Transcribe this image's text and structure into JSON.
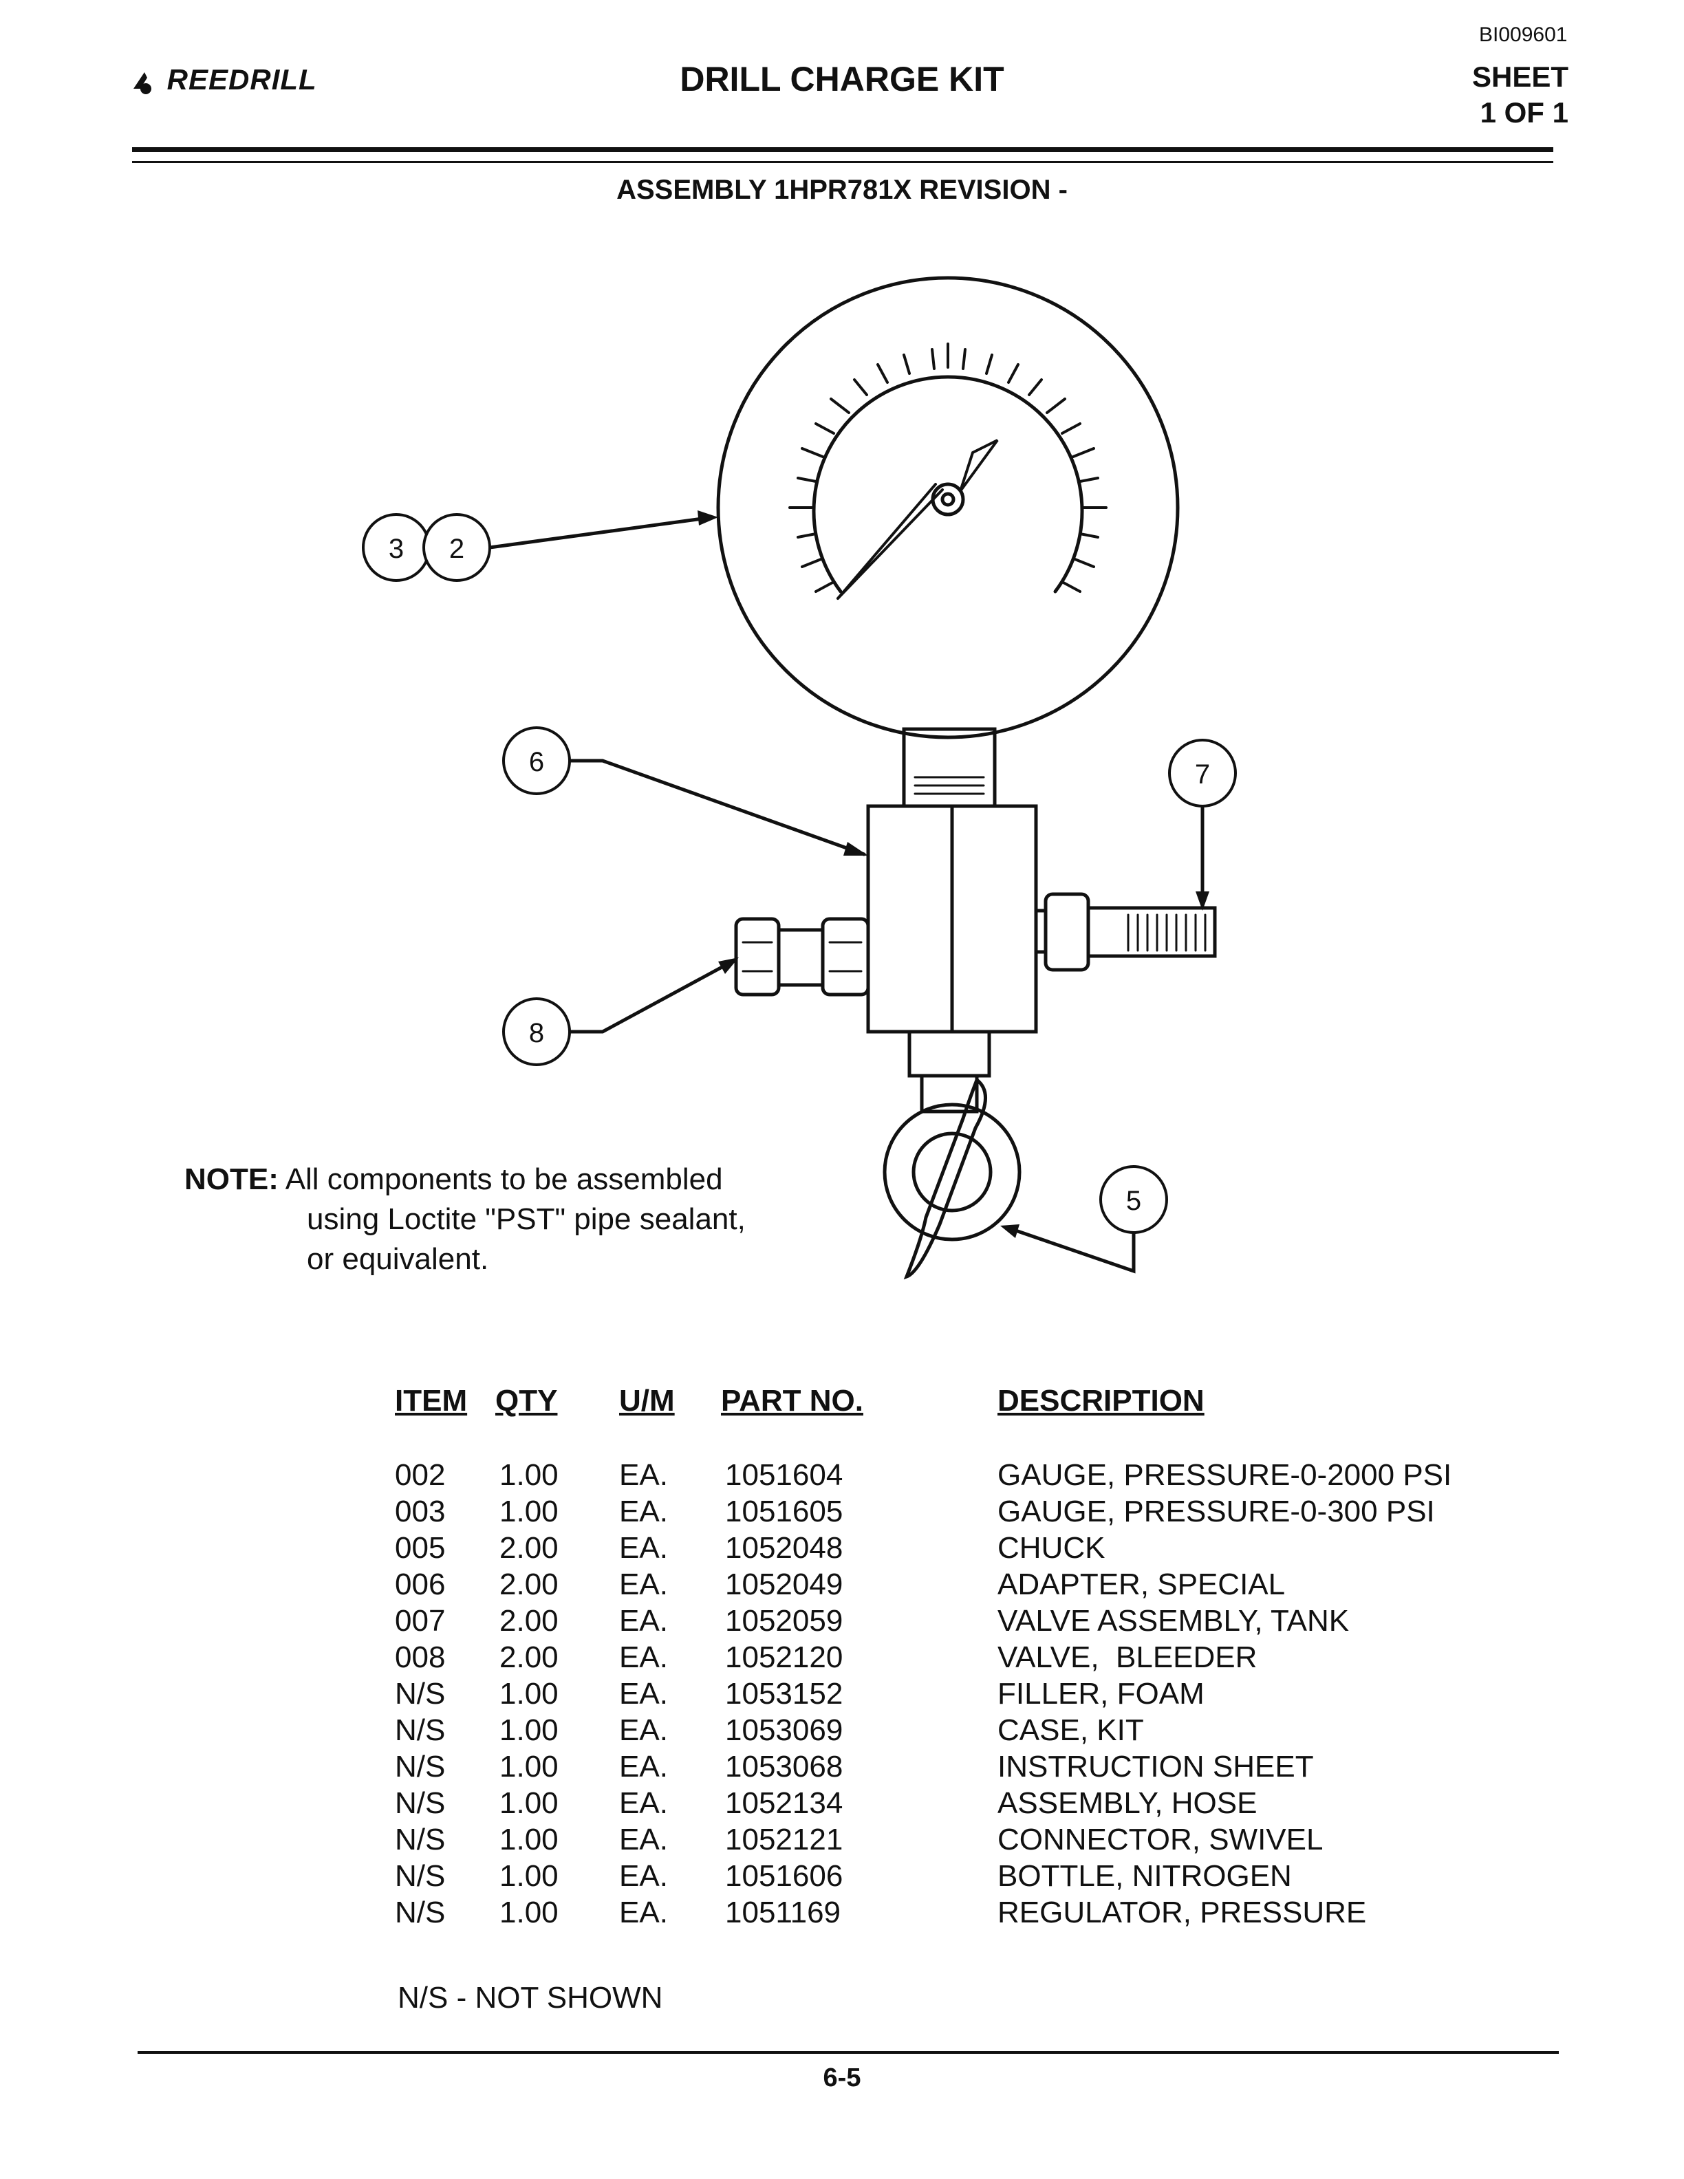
{
  "header": {
    "doc_id": "BI009601",
    "brand": "REEDRILL",
    "title": "DRILL CHARGE KIT",
    "sheet_label": "SHEET",
    "sheet_of": "1 OF 1"
  },
  "assembly_line": "ASSEMBLY 1HPR781X REVISION -",
  "callouts": {
    "c3": "3",
    "c2": "2",
    "c6": "6",
    "c7": "7",
    "c8": "8",
    "c5": "5"
  },
  "note": {
    "label": "NOTE:",
    "line1": "All components to be assembled",
    "line2": "using Loctite \"PST\" pipe sealant,",
    "line3": "or equivalent."
  },
  "parts_table": {
    "headers": {
      "item": "ITEM",
      "qty": "QTY",
      "um": "U/M",
      "part": "PART NO.",
      "desc": "DESCRIPTION"
    },
    "rows": [
      {
        "item": "002",
        "qty": "1.00",
        "um": "EA.",
        "part": "1051604",
        "desc": "GAUGE, PRESSURE-0-2000 PSI"
      },
      {
        "item": "003",
        "qty": "1.00",
        "um": "EA.",
        "part": "1051605",
        "desc": "GAUGE, PRESSURE-0-300 PSI"
      },
      {
        "item": "005",
        "qty": "2.00",
        "um": "EA.",
        "part": "1052048",
        "desc": "CHUCK"
      },
      {
        "item": "006",
        "qty": "2.00",
        "um": "EA.",
        "part": "1052049",
        "desc": "ADAPTER, SPECIAL"
      },
      {
        "item": "007",
        "qty": "2.00",
        "um": "EA.",
        "part": "1052059",
        "desc": "VALVE ASSEMBLY, TANK"
      },
      {
        "item": "008",
        "qty": "2.00",
        "um": "EA.",
        "part": "1052120",
        "desc": "VALVE,  BLEEDER"
      },
      {
        "item": "N/S",
        "qty": "1.00",
        "um": "EA.",
        "part": "1053152",
        "desc": "FILLER, FOAM"
      },
      {
        "item": "N/S",
        "qty": "1.00",
        "um": "EA.",
        "part": "1053069",
        "desc": "CASE, KIT"
      },
      {
        "item": "N/S",
        "qty": "1.00",
        "um": "EA.",
        "part": "1053068",
        "desc": "INSTRUCTION SHEET"
      },
      {
        "item": "N/S",
        "qty": "1.00",
        "um": "EA.",
        "part": "1052134",
        "desc": "ASSEMBLY, HOSE"
      },
      {
        "item": "N/S",
        "qty": "1.00",
        "um": "EA.",
        "part": "1052121",
        "desc": "CONNECTOR, SWIVEL"
      },
      {
        "item": "N/S",
        "qty": "1.00",
        "um": "EA.",
        "part": "1051606",
        "desc": "BOTTLE, NITROGEN"
      },
      {
        "item": "N/S",
        "qty": "1.00",
        "um": "EA.",
        "part": "1051169",
        "desc": "REGULATOR, PRESSURE"
      }
    ]
  },
  "footnote": "N/S - NOT SHOWN",
  "page_number": "6-5"
}
